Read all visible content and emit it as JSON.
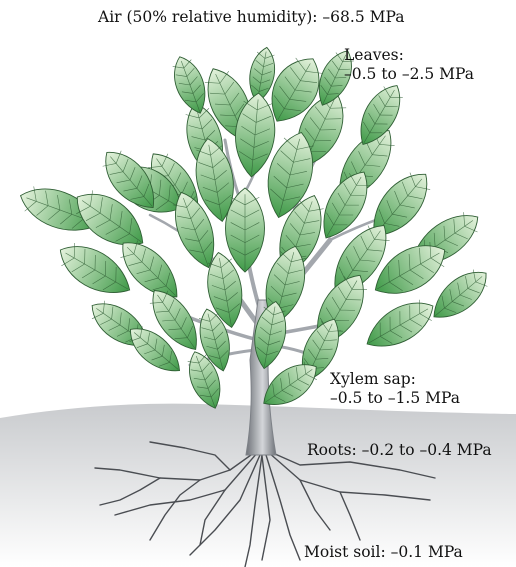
{
  "labels": {
    "air": "Air (50%  relative humidity): –68.5 MPa",
    "leaves_title": "Leaves:",
    "leaves_value": "–0.5 to –2.5 MPa",
    "xylem_title": "Xylem sap:",
    "xylem_value": "–0.5 to –1.5 MPa",
    "roots": "Roots: –0.2 to –0.4 MPa",
    "soil": "Moist soil: –0.1 MPa"
  },
  "colors": {
    "leaf_dark": "#3f9a48",
    "leaf_light": "#e4f2dc",
    "leaf_edge": "#2f5e34",
    "bark": "#a3a7ad",
    "bark_dark": "#6e7278",
    "root": "#4a4d52",
    "soil_top": "#c9cbce",
    "soil_bottom": "#ffffff"
  }
}
